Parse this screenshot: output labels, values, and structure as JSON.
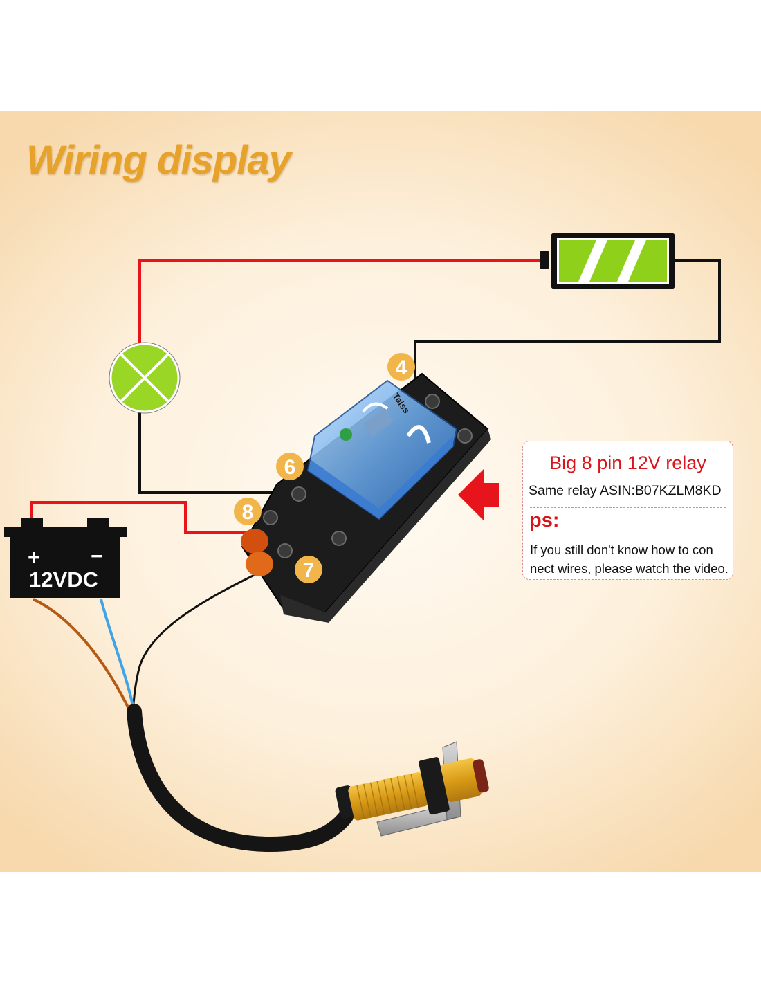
{
  "title": "Wiring display",
  "relay_info": {
    "heading": "Big 8 pin 12V relay",
    "asin_line": "Same relay ASIN:B07KZLM8KD",
    "ps_label": "ps:",
    "note_line1": "If you still don't know how to con",
    "note_line2": "nect wires, please watch the video."
  },
  "pins": {
    "pin_4": "4",
    "pin_6": "6",
    "pin_8": "8",
    "pin_7": "7"
  },
  "dc_battery": {
    "plus": "+",
    "minus": "−",
    "label": "12VDC"
  },
  "relay_brand": "Taiss",
  "colors": {
    "title": "#e6a22a",
    "wire_red": "#e8141c",
    "wire_black": "#111111",
    "wire_brown": "#b55a14",
    "wire_blue": "#3fa3e8",
    "battery_fill": "#8fd11a",
    "lamp_fill": "#9ad625",
    "pin_badge": "#f2b54a",
    "arrow": "#e8141c",
    "sensor_body": "#e0a21c"
  },
  "icons": [
    "battery-icon",
    "lamp-icon",
    "relay-icon",
    "dc-battery-icon",
    "sensor-icon",
    "arrow-icon"
  ]
}
